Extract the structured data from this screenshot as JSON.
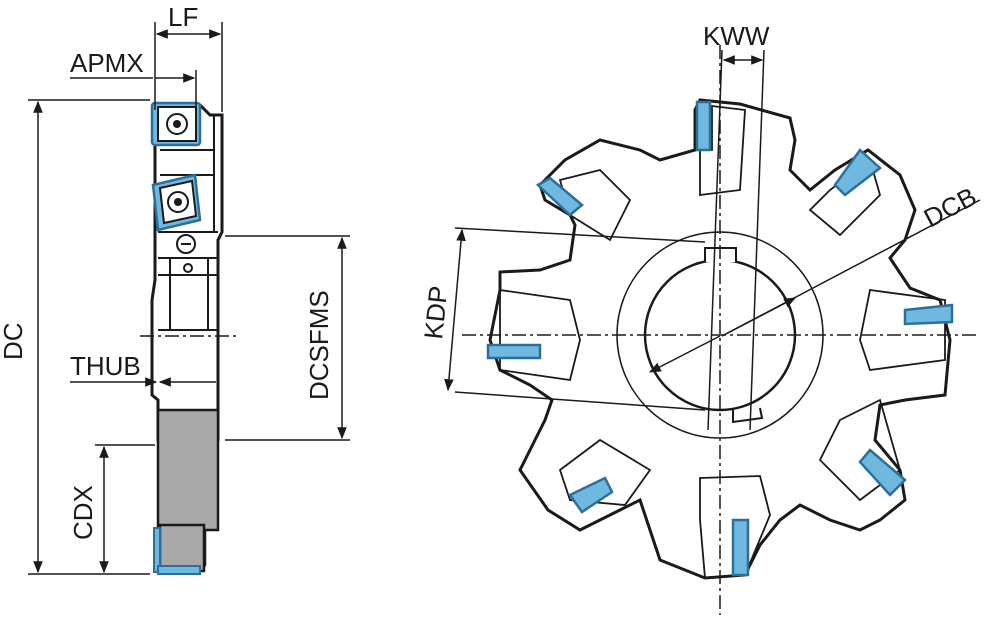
{
  "labels": {
    "lf": "LF",
    "apmx": "APMX",
    "dc": "DC",
    "thub": "THUB",
    "dcsfms": "DCSFMS",
    "cdx": "CDX",
    "kww": "KWW",
    "dcb": "DCB",
    "kdp": "KDP"
  },
  "colors": {
    "line": "#1a1a1a",
    "insert": "#6fb8e0",
    "insert_dark": "#2d6f9a",
    "hub_fill": "#a9a9a9",
    "body_fill": "#ffffff"
  }
}
